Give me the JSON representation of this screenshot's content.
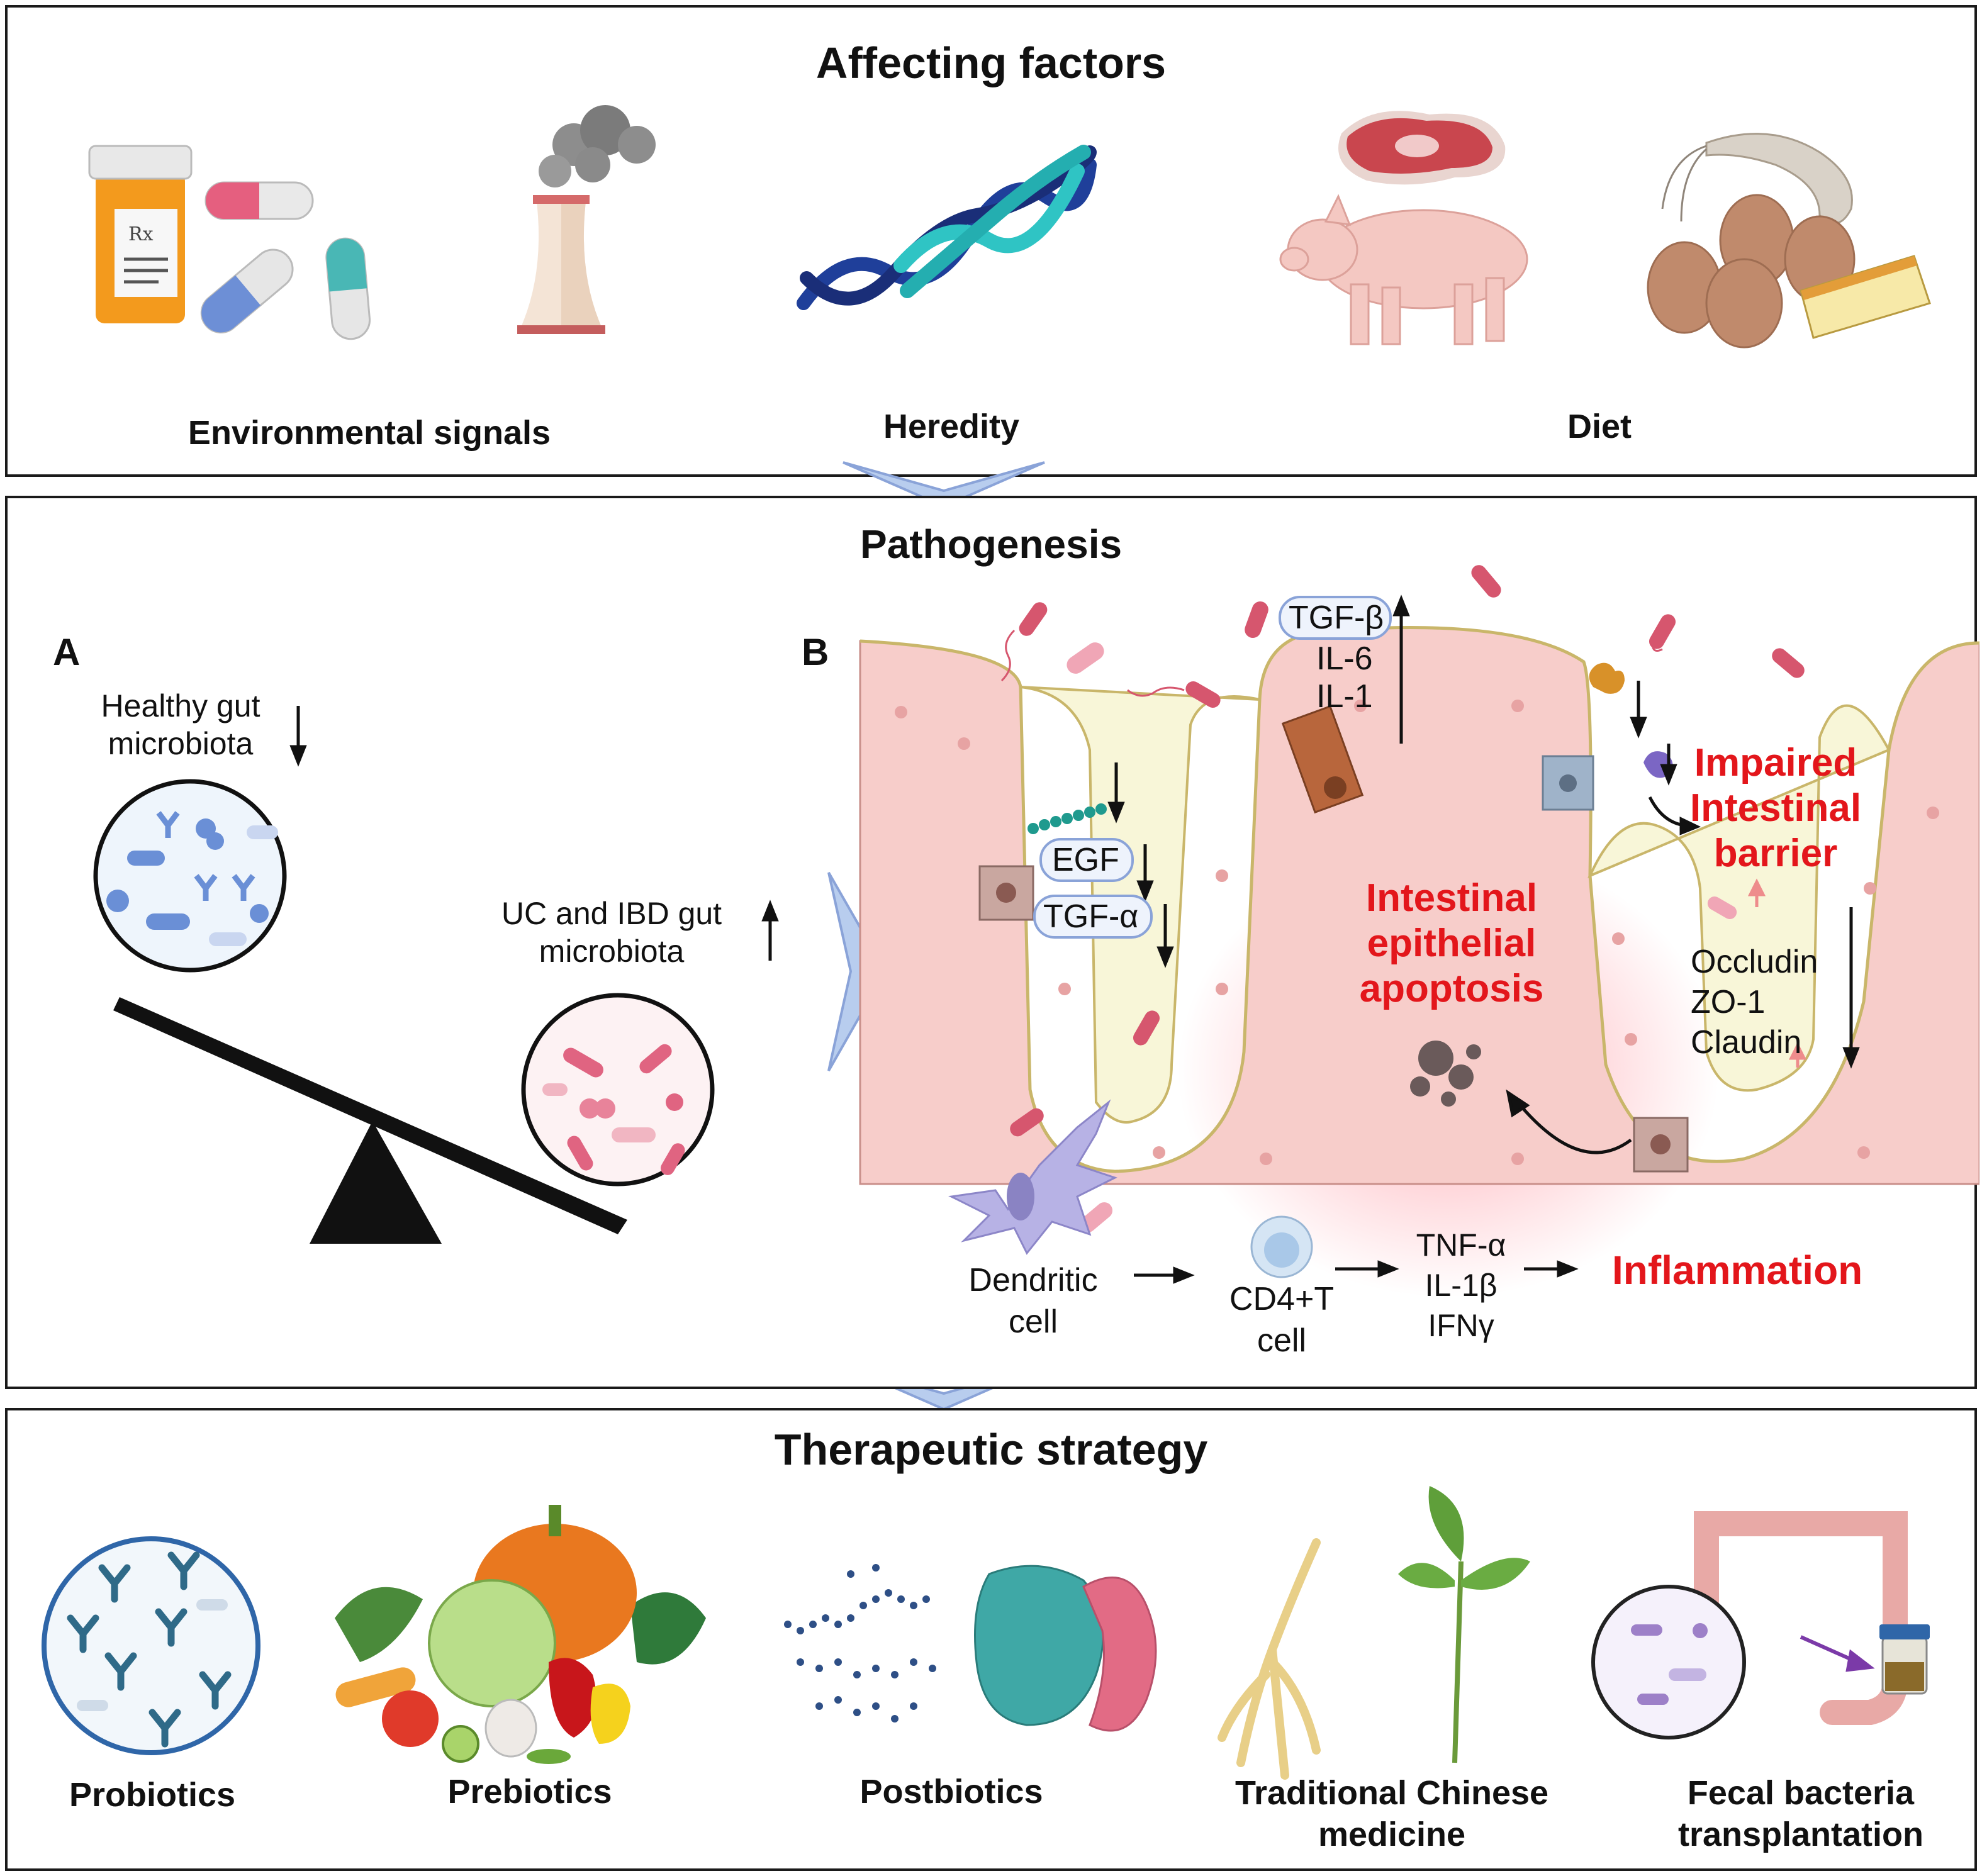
{
  "affecting": {
    "title": "Affecting factors",
    "labels": {
      "environmental": "Environmental signals",
      "heredity": "Heredity",
      "diet": "Diet"
    },
    "icons": [
      "pill-bottle-icon",
      "capsule-icon",
      "factory-chimney-icon",
      "dna-helix-icon",
      "steak-icon",
      "pig-icon",
      "shrimp-icon",
      "eggs-icon",
      "cheese-icon"
    ]
  },
  "pathogenesis": {
    "title": "Pathogenesis",
    "panel_a": {
      "letter": "A",
      "healthy_line1": "Healthy gut",
      "healthy_line2": "microbiota",
      "uc_line1": "UC and IBD gut",
      "uc_line2": "microbiota",
      "arrow_down": "↓",
      "arrow_up": "↑"
    },
    "panel_b": {
      "letter": "B",
      "cytokines_up": [
        "TGF-β",
        "IL-6",
        "IL-1"
      ],
      "growth_factors": [
        "EGF",
        "TGF-α"
      ],
      "apoptosis": [
        "Intestinal",
        "epithelial",
        "apoptosis"
      ],
      "barrier": [
        "Impaired",
        "Intestinal",
        "barrier"
      ],
      "junctions": [
        "Occludin",
        "ZO-1",
        "Claudin"
      ],
      "dendritic": [
        "Dendritic",
        "cell"
      ],
      "cd4": [
        "CD4+T",
        "cell"
      ],
      "cytokines_out": [
        "TNF-α",
        "IL-1β",
        "IFNγ"
      ],
      "inflammation": "Inflammation"
    },
    "colors": {
      "highlight_red": "#e3161b",
      "tissue_pink": "#f5c9c8",
      "mucus": "#f8f6d8",
      "bacteria": "#d6566e",
      "arrow_blue": "#a9c2ea"
    }
  },
  "therapy": {
    "title": "Therapeutic strategy",
    "labels": {
      "probiotics": "Probiotics",
      "prebiotics": "Prebiotics",
      "postbiotics": "Postbiotics",
      "tcm": [
        "Traditional Chinese",
        "medicine"
      ],
      "fmt": [
        "Fecal bacteria",
        "transplantation"
      ]
    },
    "icons": [
      "probiotic-circle-icon",
      "vegetables-icon",
      "postbiotic-molecules-icon",
      "ginseng-root-icon",
      "leaf-plant-icon",
      "colon-icon",
      "stool-sample-jar-icon"
    ]
  }
}
